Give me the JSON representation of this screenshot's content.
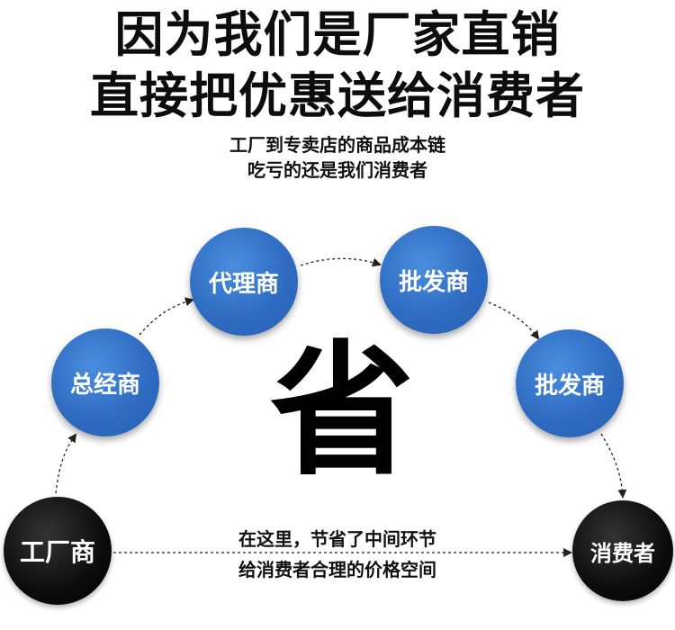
{
  "headline": {
    "line1": "因为我们是厂家直销",
    "line2": "直接把优惠送给消费者"
  },
  "subline": {
    "line1": "工厂到专卖店的商品成本链",
    "line2": "吃亏的还是我们消费者"
  },
  "flow": {
    "nodes": [
      {
        "id": "factory",
        "label": "工厂商"
      },
      {
        "id": "general_distributor",
        "label": "总经商"
      },
      {
        "id": "agent",
        "label": "代理商"
      },
      {
        "id": "wholesaler_1",
        "label": "批发商"
      },
      {
        "id": "wholesaler_2",
        "label": "批发商"
      },
      {
        "id": "consumer",
        "label": "消费者"
      }
    ]
  },
  "center": {
    "big_char": "省",
    "note_line1": "在这里，节省了中间环节",
    "note_line2": "给消费者合理的价格空间"
  },
  "colors": {
    "node_blue": "#2f6cc2",
    "node_black": "#0c0c0c",
    "arrow": "#222222",
    "text": "#111111"
  }
}
